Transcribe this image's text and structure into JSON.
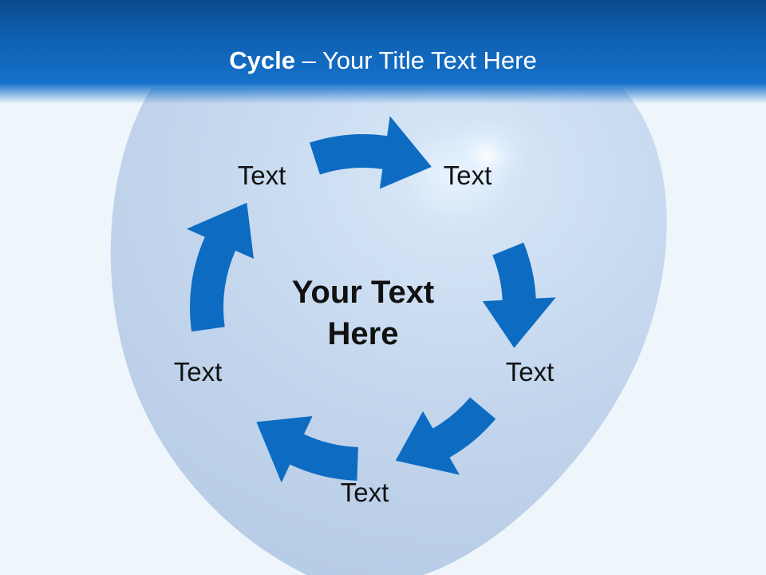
{
  "title": {
    "bold": "Cycle",
    "rest": " – Your Title Text Here"
  },
  "center_text": {
    "line1": "Your Text",
    "line2": "Here"
  },
  "nodes": [
    {
      "label": "Text"
    },
    {
      "label": "Text"
    },
    {
      "label": "Text"
    },
    {
      "label": "Text"
    },
    {
      "label": "Text"
    }
  ],
  "colors": {
    "arrow": "#0d6cc2",
    "title_bar": "#1571c9",
    "title_text": "#ffffff",
    "balloon": "#c4d6ec"
  }
}
